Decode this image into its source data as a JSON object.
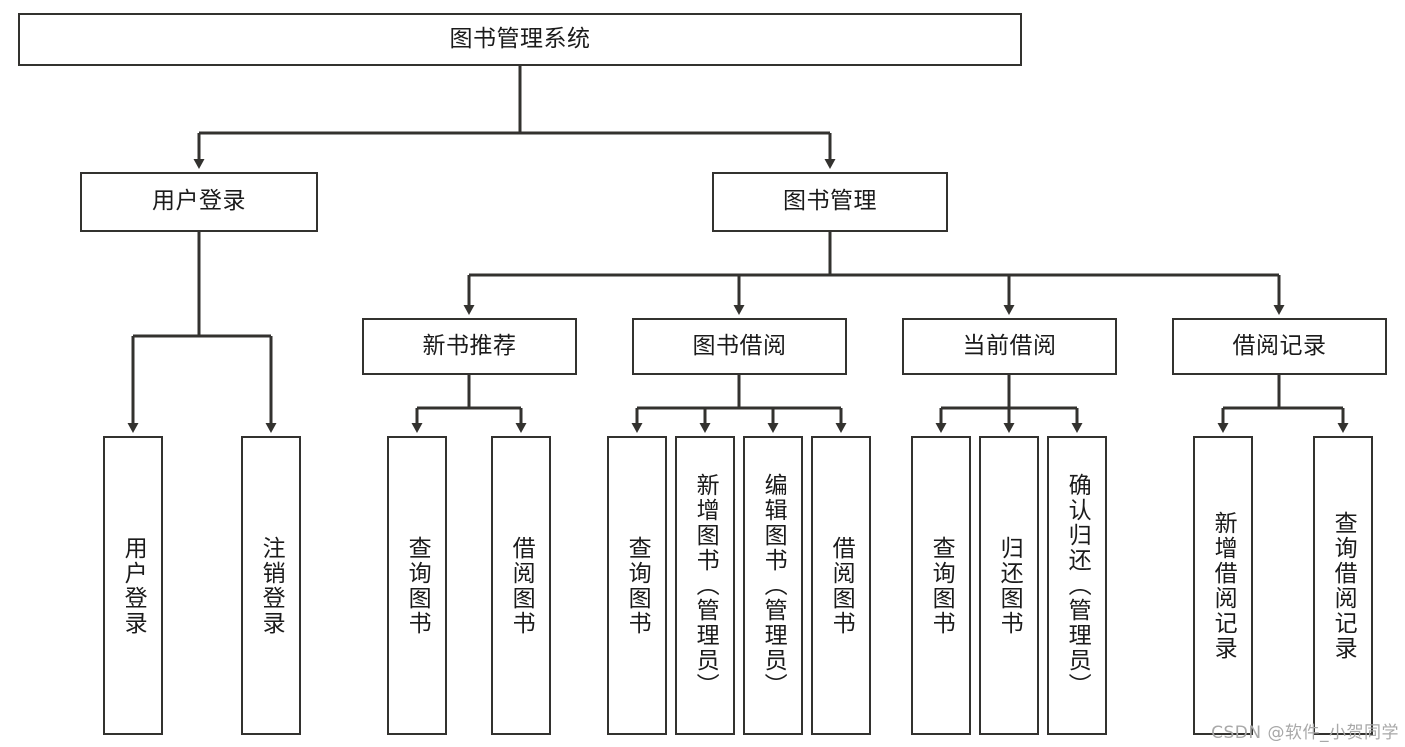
{
  "diagram": {
    "title": "图书管理系统",
    "type": "hierarchy-tree",
    "watermark": "CSDN @软件_小贺同学",
    "colors": {
      "stroke": "#33322f",
      "fill": "#ffffff",
      "text": "#1b1b1b",
      "watermark": "#a8a8a8"
    },
    "nodes": {
      "root": {
        "label": "图书管理系统"
      },
      "level1": [
        {
          "label": "用户登录"
        },
        {
          "label": "图书管理"
        }
      ],
      "level2": [
        {
          "label": "新书推荐"
        },
        {
          "label": "图书借阅"
        },
        {
          "label": "当前借阅"
        },
        {
          "label": "借阅记录"
        }
      ],
      "leaves": {
        "user_login": [
          {
            "label": "用户登录"
          },
          {
            "label": "注销登录"
          }
        ],
        "new_book_recommend": [
          {
            "label": "查询图书"
          },
          {
            "label": "借阅图书"
          }
        ],
        "book_borrow": [
          {
            "label": "查询图书"
          },
          {
            "label": "新增图书（管理员）"
          },
          {
            "label": "编辑图书（管理员）"
          },
          {
            "label": "借阅图书"
          }
        ],
        "current_borrow": [
          {
            "label": "查询图书"
          },
          {
            "label": "归还图书"
          },
          {
            "label": "确认归还（管理员）"
          }
        ],
        "borrow_record": [
          {
            "label": "新增借阅记录"
          },
          {
            "label": "查询借阅记录"
          }
        ]
      }
    }
  }
}
